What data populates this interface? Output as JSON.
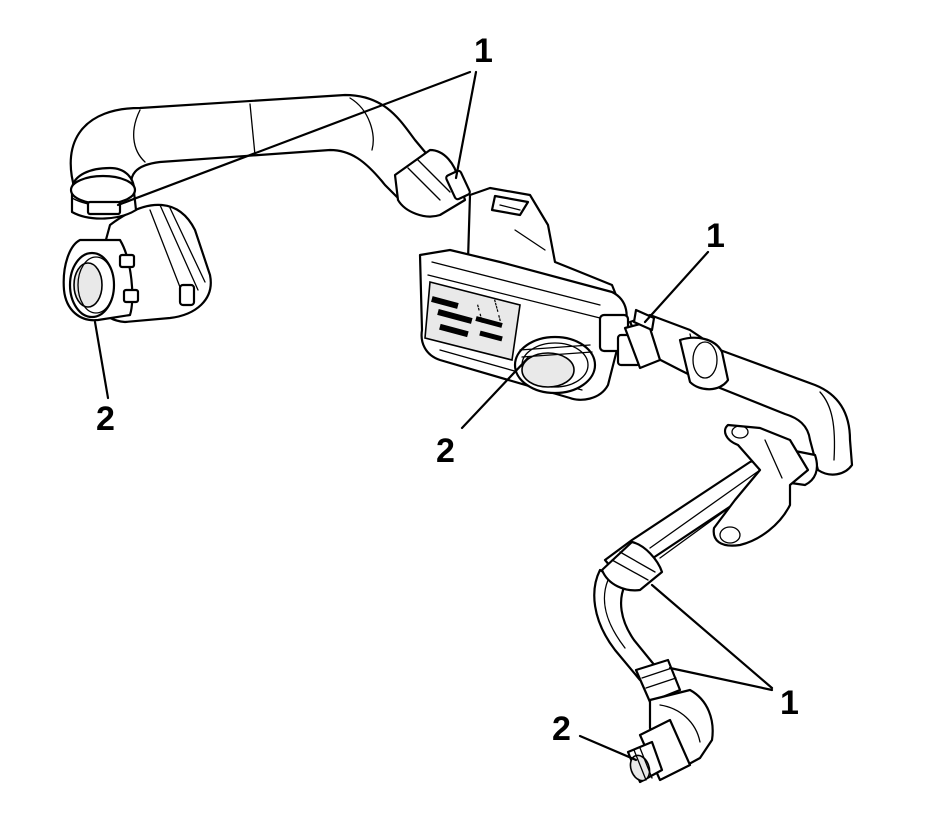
{
  "callouts": [
    {
      "id": "c1",
      "text": "1"
    },
    {
      "id": "c2",
      "text": "2"
    },
    {
      "id": "c3",
      "text": "2"
    },
    {
      "id": "c4",
      "text": "1"
    },
    {
      "id": "c5",
      "text": "2"
    },
    {
      "id": "c6",
      "text": "1"
    }
  ],
  "module": {
    "markings": [
      "-- ---",
      "---- --"
    ]
  }
}
